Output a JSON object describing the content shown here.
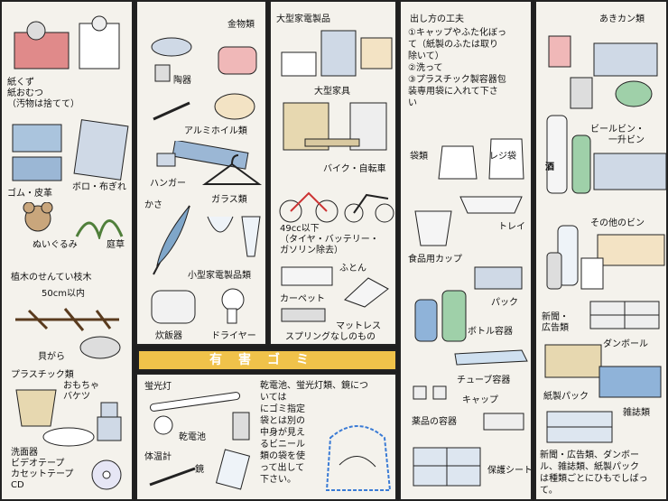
{
  "col1": {
    "labels": [
      "紙くず",
      "紙おむつ",
      "（汚物は捨てて）",
      "ゴム・皮革",
      "ボロ・布ぎれ",
      "ぬいぐるみ",
      "庭草",
      "植木のせんてい枝木",
      "50cm以内",
      "貝がら",
      "プラスチック類",
      "おもちゃ",
      "バケツ",
      "洗面器",
      "ビデオテープ",
      "カセットテープ",
      "CD"
    ]
  },
  "col2": {
    "labels": [
      "金物類",
      "陶器",
      "アルミホイル類",
      "ハンガー",
      "ガラス類",
      "かさ",
      "小型家電製品類",
      "炊飯器",
      "ドライヤー"
    ]
  },
  "col3": {
    "labels": [
      "大型家電製品",
      "大型家具",
      "バイク・自転車",
      "49cc以下",
      "（タイヤ・バッテリー・",
      "ガソリン除去）",
      "ふとん",
      "カーペット",
      "マットレス",
      "スプリングなしのもの"
    ]
  },
  "col4": {
    "labels": [
      "出し方の工夫",
      "①キャップやふた化ぼっ",
      "て（紙製のふたは取り",
      "除いて）",
      "②洗って",
      "③プラスチック製容器包",
      "装専用袋に入れて下さ",
      "い",
      "袋類",
      "レジ袋",
      "トレイ",
      "食品用カップ",
      "パック",
      "ボトル容器",
      "チューブ容器",
      "キャップ",
      "薬品の容器",
      "保護シート"
    ]
  },
  "col5": {
    "labels": [
      "あきカン類",
      "ビールビン・",
      "一升ビン",
      "酒",
      "その他のビン",
      "新聞・",
      "広告類",
      "ダンボール",
      "紙製パック",
      "雑誌類",
      "新聞・広告類、ダンボー",
      "ル、雑誌類、紙製パック",
      "は種類ごとにひもでしばっ",
      "て。"
    ]
  },
  "hazard": {
    "banner": "有害ゴミ",
    "labels": [
      "蛍光灯",
      "乾電池",
      "体温計",
      "鏡"
    ],
    "note": [
      "乾電池、蛍光灯類、鏡につ",
      "いては",
      "にゴミ指定",
      "袋とは別の",
      "中身が見え",
      "るビニール",
      "類の袋を使",
      "って出して",
      "下さい。"
    ]
  }
}
